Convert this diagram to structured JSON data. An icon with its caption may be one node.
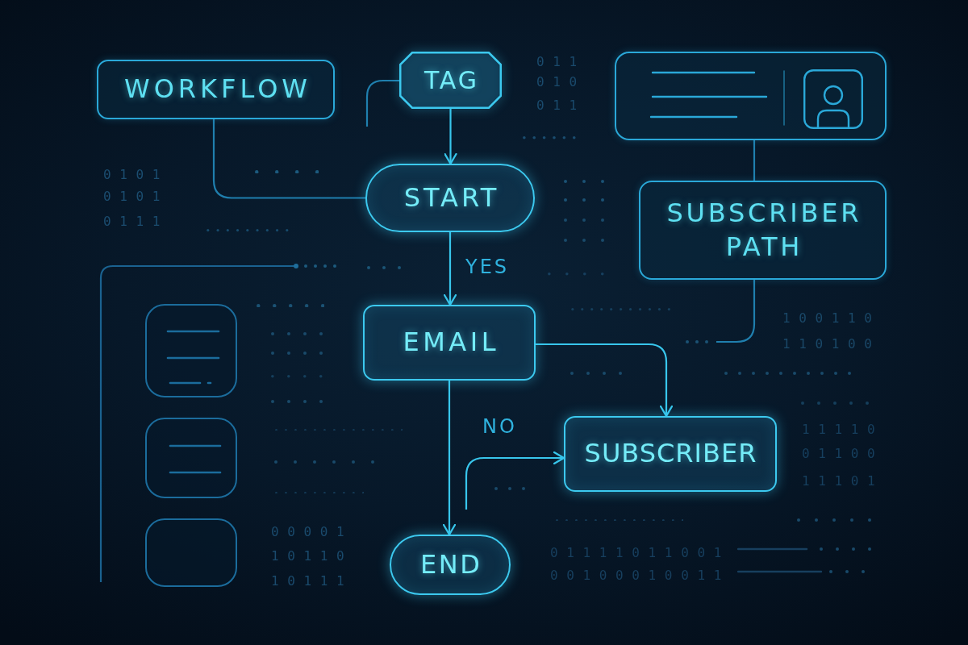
{
  "diagram": {
    "nodes": [
      {
        "text": [
          "WORKFLOW"
        ]
      },
      {
        "text": [
          "TAG"
        ]
      },
      {
        "text": [],
        "shape": "box"
      },
      {
        "text": [
          "START"
        ]
      },
      {
        "text": [
          "SUBSCRIBER PATH"
        ]
      },
      {
        "text": [
          "EMAIL"
        ]
      },
      {
        "text": [],
        "shape": "box"
      },
      {
        "text": [],
        "shape": "box"
      },
      {
        "text": [
          "SUBSCRIBER"
        ]
      },
      {
        "text": [],
        "shape": "box"
      },
      {
        "text": [
          "END"
        ]
      }
    ],
    "edges": [
      {
        "from": 0,
        "to": 3,
        "arrow": "none",
        "color": "#1f7fae"
      },
      {
        "from": 1,
        "to": null,
        "arrow": "none",
        "color": "#1f7fae"
      },
      {
        "from": 1,
        "to": 3,
        "arrow": "to"
      },
      {
        "from": 2,
        "to": 4,
        "arrow": "none",
        "color": "#1f7fae"
      },
      {
        "from": 3,
        "to": 5,
        "arrow": "to",
        "label": "YES"
      },
      {
        "from": 4,
        "to": null,
        "arrow": "none",
        "color": "#1f7fae"
      },
      {
        "from": 5,
        "to": 8,
        "arrow": "to"
      },
      {
        "from": 5,
        "to": 10,
        "arrow": "to"
      },
      {
        "from": null,
        "to": 8,
        "arrow": "to",
        "label": "NO"
      }
    ],
    "labels": [
      "0 1 1",
      "0 1 0",
      "0 1 1",
      "0 1 0 1",
      "0 1 0 1",
      "0 1 1 1",
      "1 0 0 1 1 0",
      "1 1 0 1 0 0",
      "1 1 1 1 0",
      "0 1 1 0 0",
      "1 1 1 0 1",
      "0 0 0 0 1",
      "1 0 1 1 0",
      "1 0 1 1 1",
      "0 1 1 1 1 0 1 1 0 0 1",
      "0 0 1 0 0 0 1 0 0 1 1"
    ]
  }
}
